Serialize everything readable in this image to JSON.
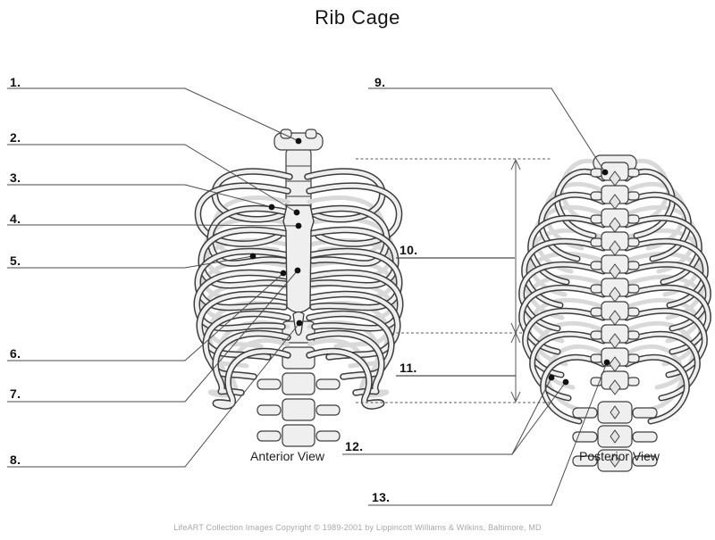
{
  "title": "Rib Cage",
  "labels": [
    {
      "text": "1."
    },
    {
      "text": "2."
    },
    {
      "text": "3."
    },
    {
      "text": "4."
    },
    {
      "text": "5."
    },
    {
      "text": "6."
    },
    {
      "text": "7."
    },
    {
      "text": "8."
    },
    {
      "text": "9."
    },
    {
      "text": "10."
    },
    {
      "text": "11."
    },
    {
      "text": "12."
    },
    {
      "text": "13."
    }
  ],
  "captions": {
    "anterior": "Anterior View",
    "posterior": "Posterior View"
  },
  "footer": {
    "copyright": "LifeART Collection Images Copyright © 1989-2001 by Lippincott Williams & Wilkins, Baltimore, MD"
  },
  "colors": {
    "leader_line": "#4a4a4a",
    "dashed_line": "#5a5a5a",
    "marker_dot": "#111111",
    "label_text": "#111111",
    "title_text": "#141414",
    "caption_text": "#1d1d1d",
    "copyright_text": "#a6a6ae",
    "bone_fill": "#efefef",
    "bone_outline": "#3d3d3d",
    "bone_shading": "#d9d9d9",
    "background": "#ffffff"
  }
}
